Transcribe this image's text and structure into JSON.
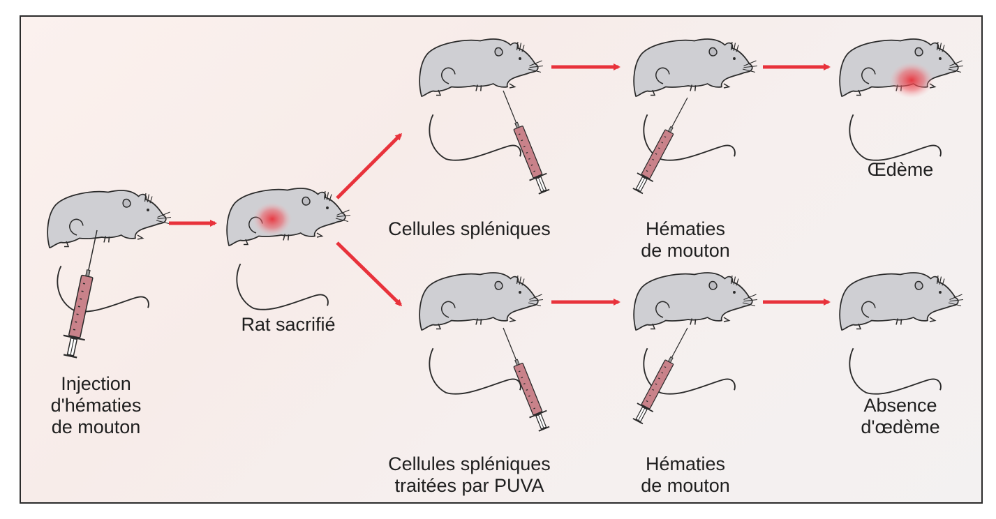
{
  "labels": {
    "injection": [
      "Injection",
      "d'hématies",
      "de mouton"
    ],
    "rat_sacrifie": "Rat sacrifié",
    "cellules_spleniques": "Cellules spléniques",
    "cellules_puva": [
      "Cellules spléniques",
      "traitées par PUVA"
    ],
    "hematies_top": [
      "Hématies",
      "de mouton"
    ],
    "hematies_bottom": [
      "Hématies",
      "de mouton"
    ],
    "oedeme": "Œdème",
    "absence": [
      "Absence",
      "d'œdème"
    ]
  },
  "colors": {
    "arrow": "#e8323b",
    "rat_fill": "#cfcfd3",
    "outline": "#2a2a2a",
    "inflammation": "#e8323b",
    "syringe_fill": "#c9828a"
  }
}
